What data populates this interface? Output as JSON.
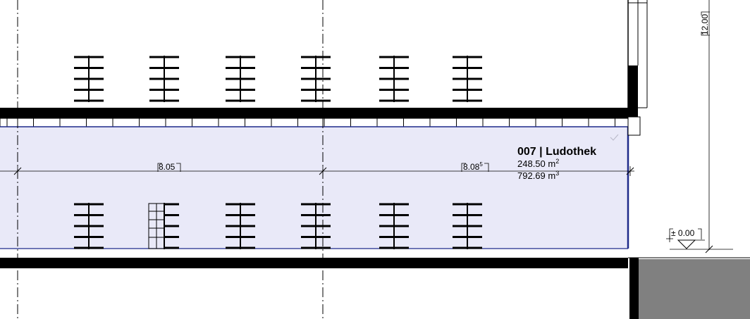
{
  "room": {
    "title": "007 | Ludothek",
    "area": "248.50 m",
    "area_sup": "2",
    "volume": "792.69 m",
    "volume_sup": "3"
  },
  "dimensions": {
    "left": "8.05",
    "right": "8.08",
    "right_sup": "5",
    "height": "12.00"
  },
  "level": {
    "label": "± 0.00"
  },
  "colors": {
    "room_fill": "#e9e9f8",
    "room_outline": "#1f2a8a",
    "wall": "#000000",
    "ground": "#808080"
  }
}
